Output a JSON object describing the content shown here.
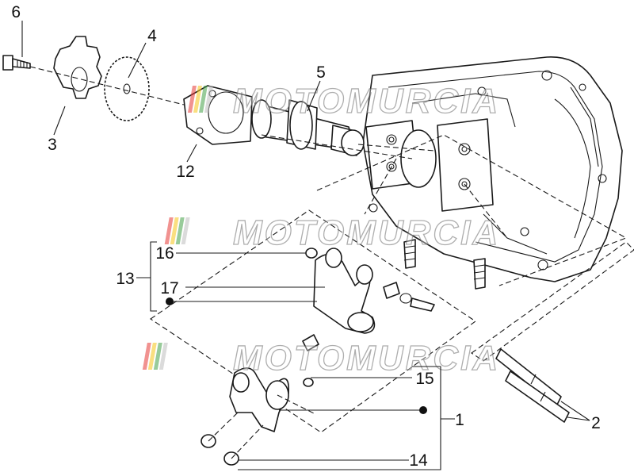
{
  "diagram": {
    "callouts": [
      "6",
      "4",
      "5",
      "3",
      "12",
      "16",
      "13",
      "17",
      "15",
      "1",
      "2",
      "14"
    ]
  },
  "watermark": {
    "text": "MOTOMURCIA",
    "stripe_colors": [
      "#e53935",
      "#f5c518",
      "#43a047",
      "#bdbdbd"
    ]
  },
  "colors": {
    "line": "#1a1a1a",
    "background": "#ffffff"
  }
}
